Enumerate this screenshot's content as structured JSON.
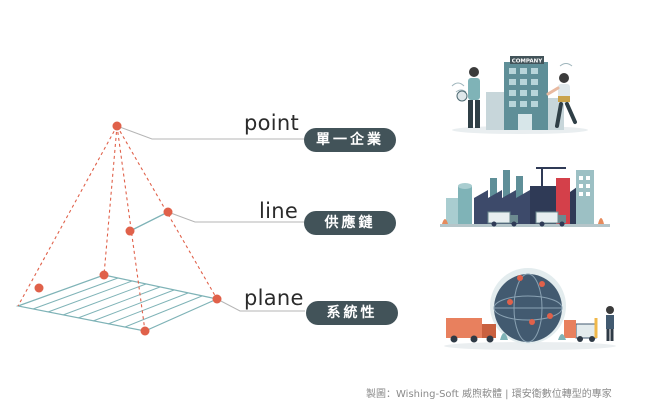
{
  "levels": [
    {
      "term": "point",
      "label": "單一企業",
      "illustration": "company-building-with-two-people"
    },
    {
      "term": "line",
      "label": "供應鏈",
      "illustration": "factory-with-delivery-trucks"
    },
    {
      "term": "plane",
      "label": "系統性",
      "illustration": "globe-with-trucks-and-forklift"
    }
  ],
  "company_sign": "COMPANY",
  "credit": "製圖：Wishing-Soft 威煦軟體 | 環安衛數位轉型的專家",
  "colors": {
    "pill": "#425359",
    "dot": "#e0614a",
    "plane": "#7fb3b7",
    "teal": "#4e9aa0",
    "leader": "#b5b5b5"
  }
}
